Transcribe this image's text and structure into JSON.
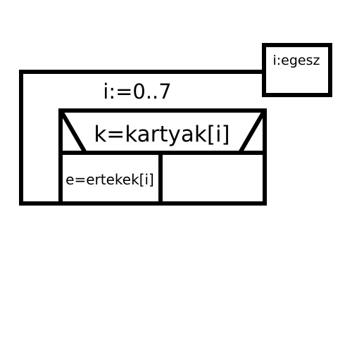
{
  "diagram": {
    "variable_declaration": "i:egesz",
    "loop_header": "i:=0..7",
    "branch_condition": "k=kartyak[i]",
    "true_branch_statement": "e=ertekek[i]",
    "false_branch_statement": ""
  }
}
